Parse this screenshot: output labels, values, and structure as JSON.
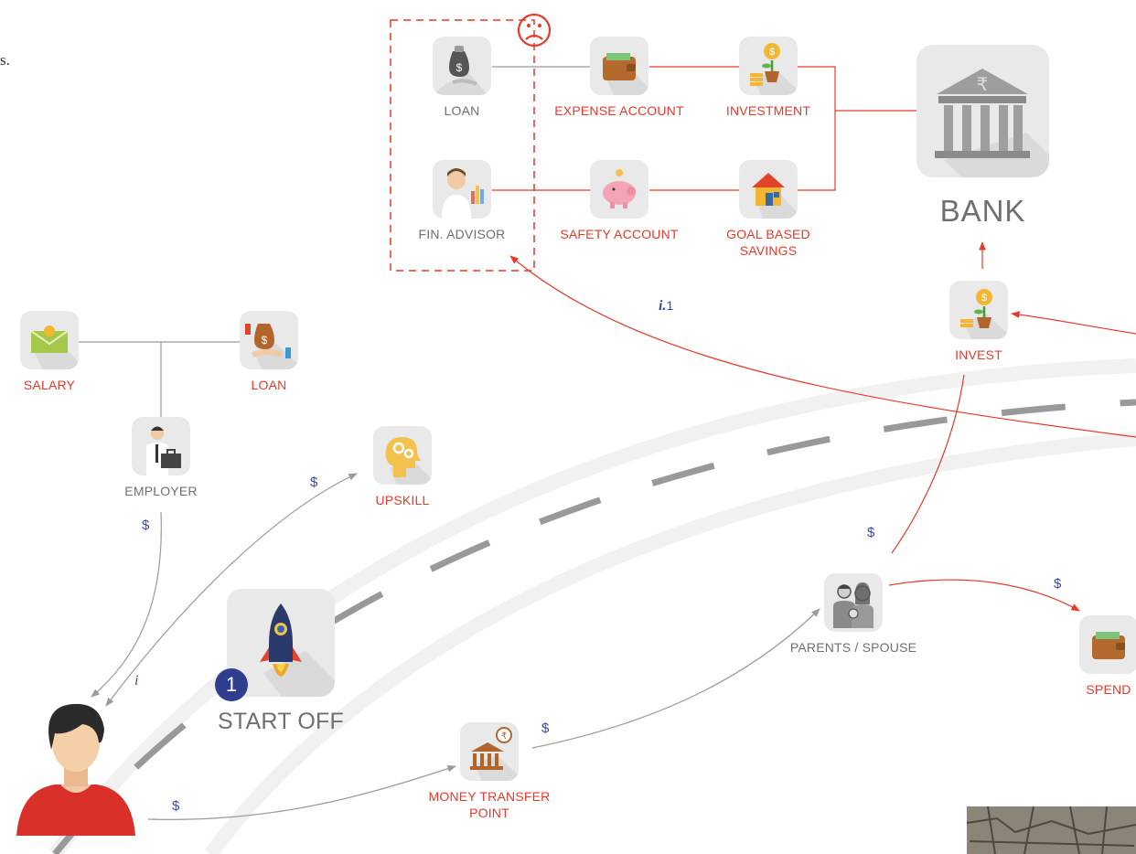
{
  "stray_text": "s.",
  "sad_face_icon": "frown-face",
  "colors": {
    "accent": "#e8392b",
    "muted": "#6f6f6f",
    "link": "#3b4b9a",
    "badge": "#2f3d8f"
  },
  "top_group": {
    "loan": "LOAN",
    "fin_advisor": "FIN. ADVISOR",
    "expense_account": "EXPENSE ACCOUNT",
    "safety_account": "SAFETY ACCOUNT",
    "investment": "INVESTMENT",
    "goal_based_savings_1": "GOAL BASED",
    "goal_based_savings_2": "SAVINGS"
  },
  "bank": {
    "label": "BANK"
  },
  "invest": {
    "label": "INVEST"
  },
  "income": {
    "salary": "SALARY",
    "loan": "LOAN",
    "employer": "EMPLOYER"
  },
  "upskill": {
    "label": "UPSKILL"
  },
  "start": {
    "badge": "1",
    "label": "START OFF"
  },
  "money_transfer": {
    "line1": "MONEY TRANSFER",
    "line2": "POINT"
  },
  "parents": {
    "label": "PARENTS / SPOUSE"
  },
  "spend": {
    "label": "SPEND"
  },
  "flow_labels": {
    "dollar": "$",
    "i": "i",
    "i1_italic": "i.",
    "i1_num": "1"
  }
}
